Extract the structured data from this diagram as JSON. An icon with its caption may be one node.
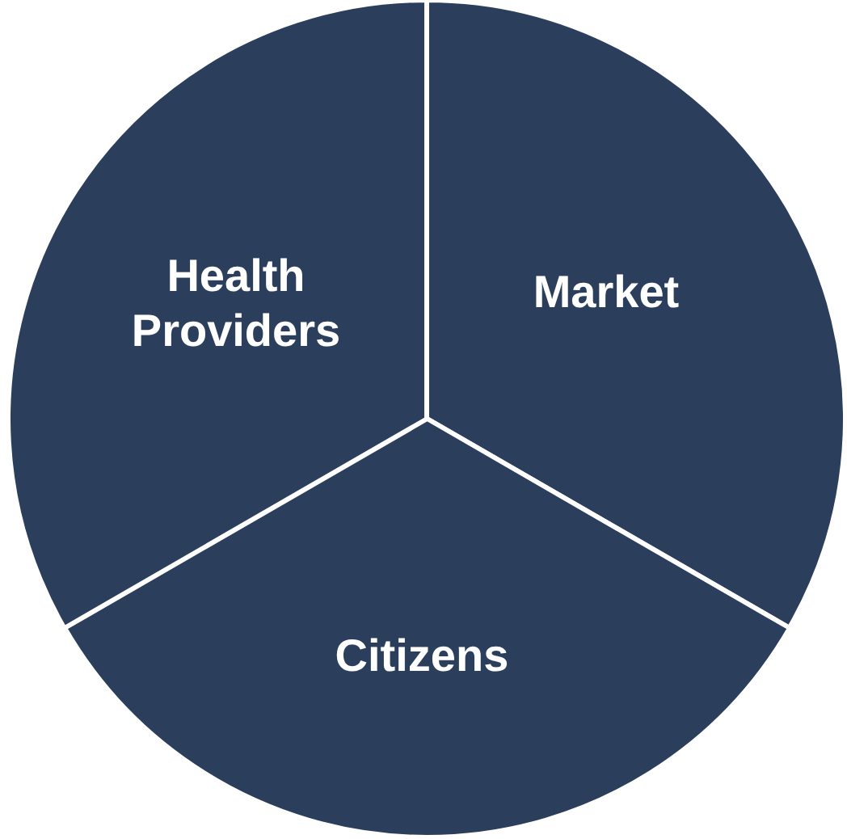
{
  "diagram": {
    "nodes": [
      {
        "text": [
          "Health Providers"
        ]
      },
      {
        "text": [
          "Market"
        ]
      },
      {
        "text": [
          "Citizens"
        ]
      }
    ]
  }
}
